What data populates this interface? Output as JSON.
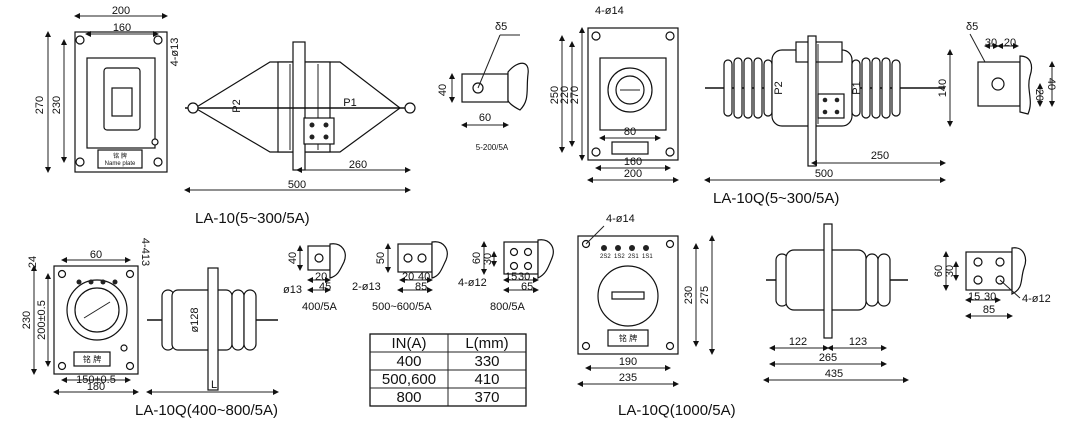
{
  "captions": {
    "la10": "LA-10(5~300/5A)",
    "la10q_5_300": "LA-10Q(5~300/5A)",
    "la10q_400_800": "LA-10Q(400~800/5A)",
    "la10q_1000": "LA-10Q(1000/5A)"
  },
  "la10": {
    "d200": "200",
    "d160": "160",
    "d4phi13": "4-ø13",
    "d270": "270",
    "d230": "230",
    "p1": "P1",
    "p2": "P2",
    "d260": "260",
    "d500": "500",
    "nameplate1": "铭 牌",
    "nameplate2": "Name plate"
  },
  "terminal_5_200": {
    "delta5": "δ5",
    "d40": "40",
    "d60": "60",
    "label": "5-200/5A"
  },
  "la10q_small": {
    "d4phi14": "4-ø14",
    "d250": "250",
    "d220": "220",
    "d270": "270",
    "d80": "80",
    "d160": "160",
    "d200": "200",
    "p1": "P1",
    "p2": "P2",
    "d140": "140",
    "d250b": "250",
    "d500": "500",
    "delta5": "δ5",
    "d30": "30",
    "d20": "20",
    "d40": "40",
    "d20b": "20"
  },
  "la10q_400": {
    "d60": "60",
    "d4_413": "4-413",
    "d24": "24",
    "d230": "230",
    "d200": "200±0.5",
    "d150": "150±0.5",
    "d180": "180",
    "phi128": "ø128",
    "L": "L",
    "nameplate": "铭 牌"
  },
  "terminals_400": [
    {
      "d40": "40",
      "d20": "20",
      "d45": "45",
      "hole": "ø13",
      "label": "400/5A"
    },
    {
      "d50": "50",
      "d20": "20",
      "d40": "40",
      "d85": "85",
      "hole": "2-ø13",
      "label": "500~600/5A"
    },
    {
      "d60": "60",
      "d30": "30",
      "d15": "15",
      "d30b": "30",
      "d65": "65",
      "hole": "4-ø12",
      "label": "800/5A"
    }
  ],
  "table": {
    "headers": [
      "IN(A)",
      "L(mm)"
    ],
    "rows": [
      [
        "400",
        "330"
      ],
      [
        "500,600",
        "410"
      ],
      [
        "800",
        "370"
      ]
    ]
  },
  "la10q_1000": {
    "d4phi14": "4-ø14",
    "d230": "230",
    "d275": "275",
    "d190": "190",
    "d235": "235",
    "nameplate": "铭 牌",
    "d122": "122",
    "d123": "123",
    "d265": "265",
    "d435": "435",
    "d60": "60",
    "d30": "30",
    "d15": "15",
    "d30b": "30",
    "d85": "85",
    "hole": "4-ø12",
    "markers": [
      "2S2",
      "1S2",
      "2S1",
      "1S1"
    ]
  }
}
